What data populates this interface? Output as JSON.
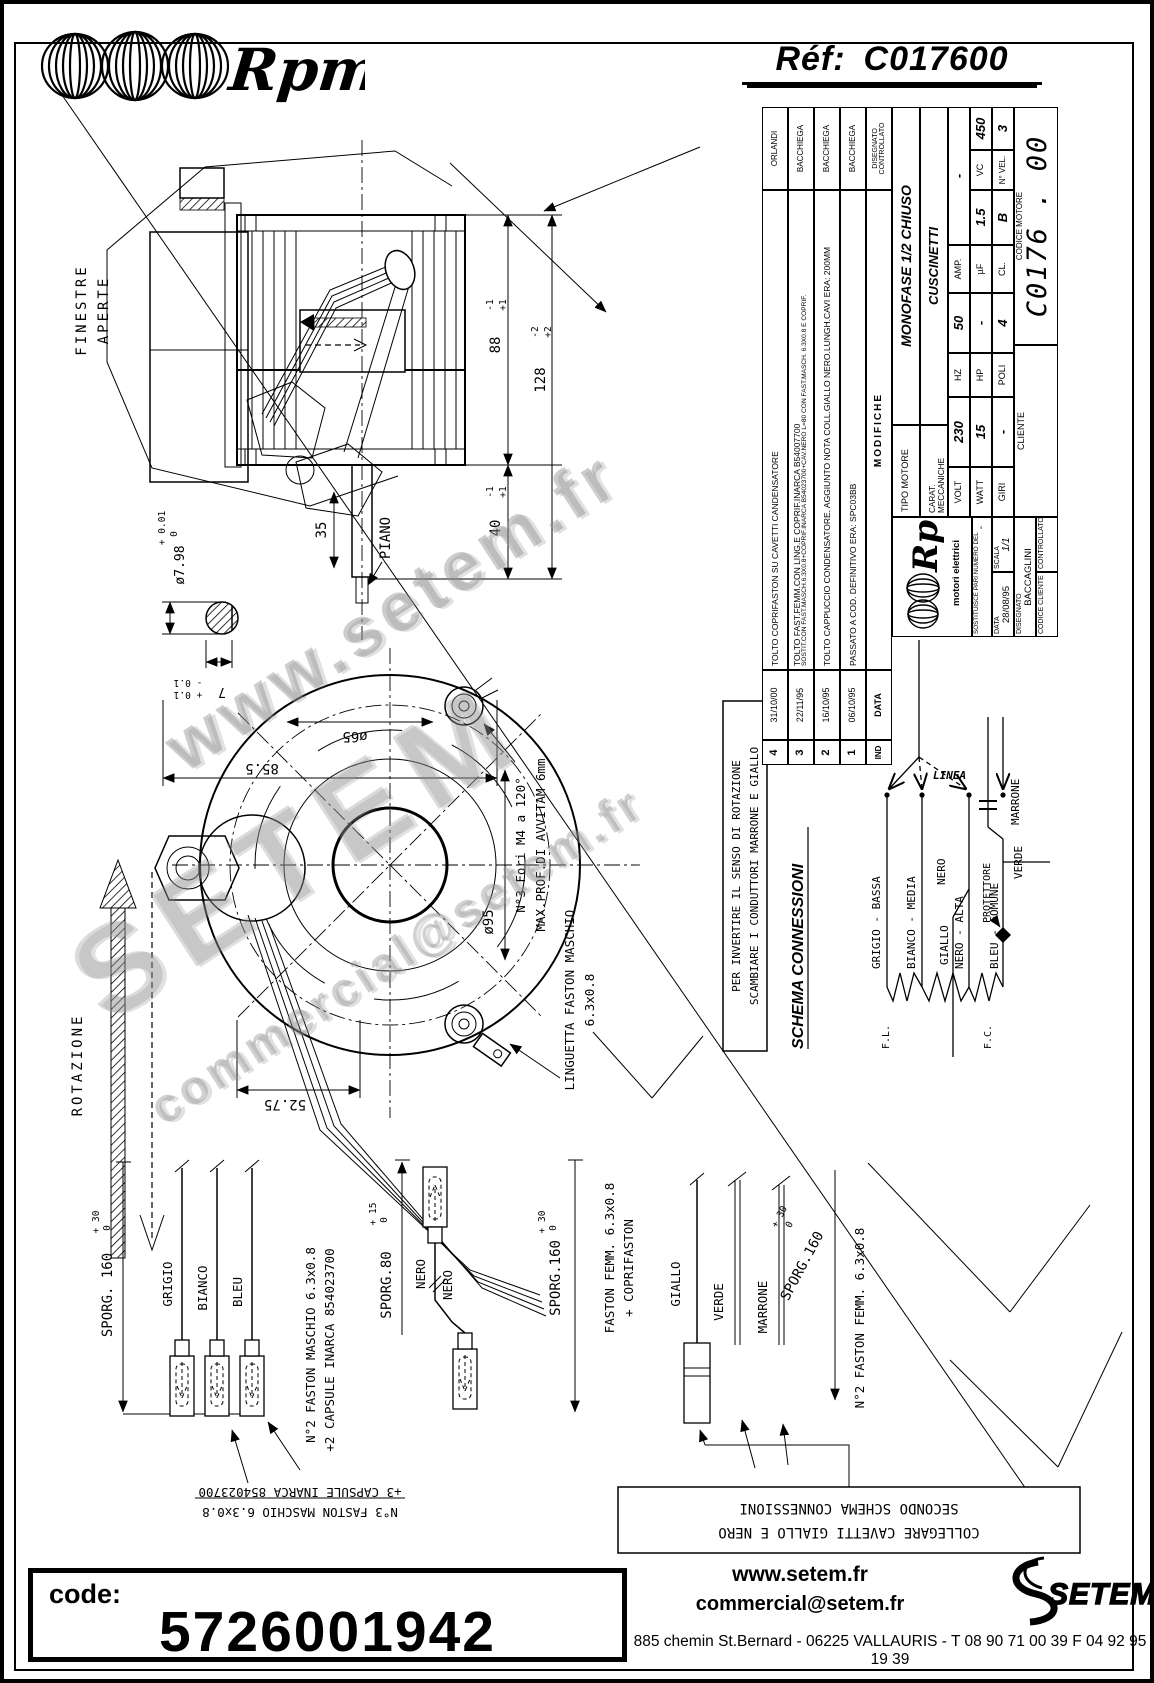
{
  "page": {
    "brand": "Rpm",
    "ref_label": "Réf:",
    "ref_value": "C017600"
  },
  "watermark": {
    "line1": "www.setem.fr",
    "line2": "SETEM",
    "line3": "commercial@setem.fr"
  },
  "side_view": {
    "finestre_line1": "FINESTRE",
    "finestre_line2": "APERTE",
    "dim88": "88",
    "dim88_tp": "+1",
    "dim88_tm": "-1",
    "dim128": "128",
    "dim128_tp": "+2",
    "dim128_tm": "-2",
    "dim40": "40",
    "dim40_tp": "+1",
    "dim40_tm": "-1",
    "shaft_dia": "ø7.98",
    "shaft_dia_tp": "+ 0.01",
    "shaft_dia_tm": "0",
    "flat": "7",
    "flat_tp": "+ 0.1",
    "flat_tm": "- 0.1",
    "dim35": "35",
    "piano": "PIANO"
  },
  "front_view": {
    "rotazione": "ROTAZIONE",
    "dim855": "85.5",
    "dim65": "ø65",
    "dim95": "ø95",
    "dim5275": "52.75",
    "note_fori": "N°3 Fori M4 a 120°",
    "note_prof": "MAX.PROF.DI AVVITAM 6mm",
    "note_linguetta1": "LINGUETTA FASTON MASCHIO",
    "note_linguetta2": "6.3x0.8"
  },
  "titleblock": {
    "revisions": [
      {
        "ind": "4",
        "date": "31/10/00",
        "text1": "TOLTO COPRIFASTON SU CAVETTI CANDENSATORE",
        "text2": "",
        "name": "ORLANDI"
      },
      {
        "ind": "3",
        "date": "22/11/95",
        "text1": "TOLTO FAST.FEMM.CON LING.E COPRIF.INARCA B54007700",
        "text2": "SOSTIT.CON FAST.MASCH.6.3X0.8+COPRIF.INARCA B54023700+CAV.NERO L=80 CON FAST.MASCH. 6.3X0.8 E COPRIF.",
        "name": "BACCHIEGA"
      },
      {
        "ind": "2",
        "date": "16/10/95",
        "text1": "TOLTO CAPPUCCIO CONDENSATORE. AGGIUNTO NOTA COLL.GIALLO NERO.LUNGH.CAVI ERA: 200MM",
        "text2": "",
        "name": "BACCHIEGA"
      },
      {
        "ind": "1",
        "date": "06/10/95",
        "text1": "PASSATO A COD. DEFINITIVO ERA: SPC03BB",
        "text2": "",
        "name": "BACCHIEGA"
      }
    ],
    "hdr_ind": "IND",
    "hdr_data": "DATA",
    "hdr_modifiche": "MODIFICHE",
    "hdr_names": "DISEGNATO CONTROLLATO",
    "logo_brand": "Rpm",
    "logo_sub": "motori elettrici",
    "sostituisce_label": "SOSTITUISCE PARI NUMERO DEL",
    "sostituisce_value": "-",
    "data_label": "DATA",
    "data_value": "28/08/95",
    "scala_label": "SCALA",
    "scala_value": "1/1",
    "disegnato_label": "DISEGNATO",
    "disegnato_value": "BACCAGLINI",
    "controllato_label": "CONTROLLATO",
    "codice_cliente_label": "CODICE CLIENTE",
    "tipo_label": "TIPO MOTORE",
    "tipo_value": "MONOFASE 1/2 CHIUSO",
    "carat_label": "CARAT. MECCANICHE",
    "carat_value": "CUSCINETTI",
    "volt_label": "VOLT",
    "volt_value": "230",
    "hz_label": "HZ",
    "hz_value": "50",
    "amp_label": "AMP.",
    "amp_value": "-",
    "watt_label": "WATT",
    "watt_value": "15",
    "hp_label": "HP",
    "hp_value": "-",
    "uf_label": "µF",
    "uf_value": "1.5",
    "vc_label": "VC",
    "vc_value": "450",
    "giri_label": "GIRI",
    "giri_value": "-",
    "poli_label": "POLI",
    "poli_value": "4",
    "cl_label": "CL.",
    "cl_value": "B",
    "nvel_label": "N° VEL.",
    "nvel_value": "3",
    "cliente_label": "CLIENTE",
    "codice_motore_label": "CODICE MOTORE",
    "codice_motore_value": "C0176 . 00"
  },
  "schema": {
    "note1": "PER INVERTIRE IL SENSO DI ROTAZIONE",
    "note2": "SCAMBIARE I CONDUTTORI MARRONE E GIALLO",
    "title": "SCHEMA CONNESSIONI",
    "linea": "LINEA",
    "grigio": "GRIGIO - BASSA",
    "bianco": "BIANCO - MEDIA",
    "nero_alta": "NERO - ALTA",
    "giallo": "GIALLO",
    "nero": "NERO",
    "bleu": "BLEU - COMUNE",
    "protettore": "PROTETTORE",
    "verde": "VERDE",
    "marrone": "MARRONE",
    "fl": "F.L.",
    "fc": "F.C."
  },
  "wiring": {
    "sporg160a": "SPORG. 160",
    "sporg160a_tp": "+ 30",
    "sporg160a_tm": "0",
    "grigio": "GRIGIO",
    "bianco": "BIANCO",
    "bleu": "BLEU",
    "faston_m2_1": "N°2 FASTON MASCHIO 6.3x0.8",
    "faston_m2_2": "+2 CAPSULE INARCA 854023700",
    "sporg80": "SPORG.80",
    "sporg80_tp": "+ 15",
    "sporg80_tm": "0",
    "nero1": "NERO",
    "nero2": "NERO",
    "sporg160b": "SPORG.160",
    "sporg160b_tp": "+ 30",
    "sporg160b_tm": "0",
    "faston_f1": "FASTON FEMM. 6.3x0.8",
    "faston_f2": "+ COPRIFASTON",
    "giallo": "GIALLO",
    "verde": "VERDE",
    "marrone": "MARRONE",
    "sporg160c": "SPORG.160",
    "sporg160c_tp": "+ 30",
    "sporg160c_tm": "0",
    "faston_f3": "N°2 FASTON FEMM. 6.3x0.8",
    "faston_m3_1": "N°3 FASTON MASCHIO 6.3x0.8",
    "faston_m3_2": "+3 CAPSULE INARCA 854023700",
    "collegare1": "COLLEGARE CAVETTI GIALLO E NERO",
    "collegare2": "SECONDO SCHEMA CONNESSIONI"
  },
  "footer": {
    "code_label": "code:",
    "code_value": "5726001942",
    "website": "www.setem.fr",
    "email": "commercial@setem.fr",
    "brand": "SETEM",
    "address": "885 chemin St.Bernard  -  06225 VALLAURIS  -  T 08 90 71 00 39   F 04 92 95 19 39"
  }
}
